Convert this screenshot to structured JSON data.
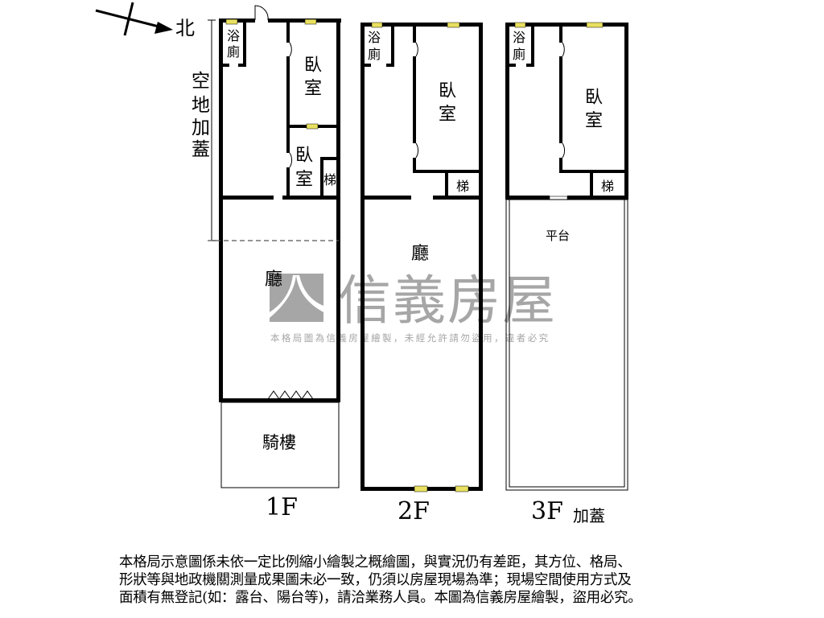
{
  "compass": {
    "north_label": "北"
  },
  "annotation": {
    "side_label": [
      "空",
      "地",
      "加",
      "蓋"
    ]
  },
  "floors": [
    {
      "name": "1F",
      "rooms": {
        "bath": [
          "浴",
          "廁"
        ],
        "bedroom1": [
          "臥",
          "室"
        ],
        "bedroom2": [
          "臥",
          "室"
        ],
        "stairs": "梯",
        "living": "廳",
        "arcade": "騎樓"
      }
    },
    {
      "name": "2F",
      "rooms": {
        "bath": [
          "浴",
          "廁"
        ],
        "bedroom": [
          "臥",
          "室"
        ],
        "stairs": "梯",
        "living": "廳"
      }
    },
    {
      "name": "3F",
      "suffix": "加蓋",
      "rooms": {
        "bath": [
          "浴",
          "廁"
        ],
        "bedroom": [
          "臥",
          "室"
        ],
        "stairs": "梯",
        "terrace": "平台"
      }
    }
  ],
  "watermark": {
    "brand": "信義房屋",
    "notice": "本格局圖為信義房屋繪製，未經允許請勿盜用，違者必究"
  },
  "disclaimer": [
    "本格局示意圖係未依一定比例縮小繪製之概繪圖，與實況仍有差距，其方位、格局、",
    "形狀等與地政機關測量成果圖未必一致，仍須以房屋現場為準；現場空間使用方式及",
    "面積有無登記(如：露台、陽台等)，請洽業務人員。本圖為信義房屋繪製，盜用必究。"
  ],
  "colors": {
    "wall": "#000000",
    "window": "#e8e060",
    "watermark": "#a6a6a6"
  }
}
